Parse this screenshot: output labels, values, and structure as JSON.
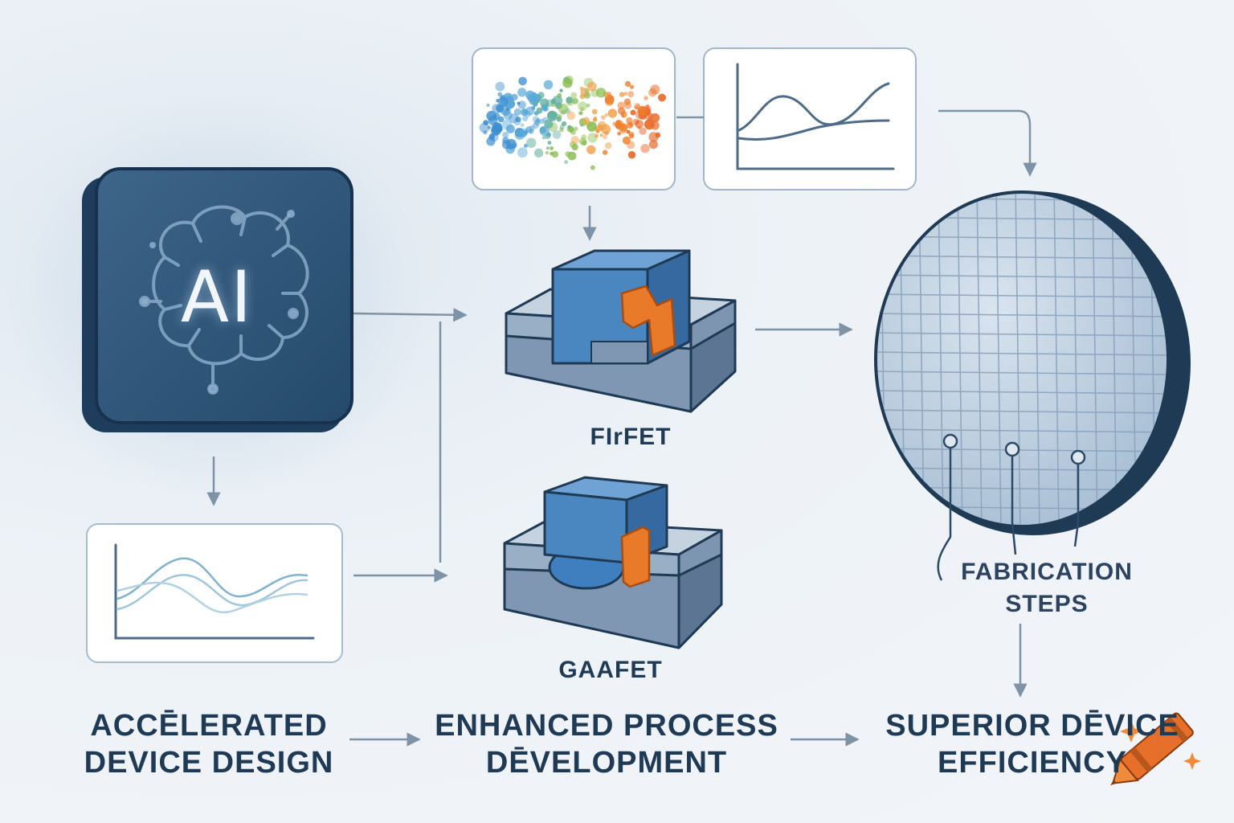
{
  "ai_card": {
    "label": "AI"
  },
  "devices": {
    "finfet": "FIrFET",
    "gaafet": "GAAFET"
  },
  "fabrication": {
    "line1": "FABRICATION",
    "line2": "STEPS"
  },
  "outcomes": {
    "design": {
      "line1": "ACCĒLERATED",
      "line2": "DEVICE DESIGN"
    },
    "process": {
      "line1": "ENHANCED PROCESS",
      "line2": "DĒVELOPMENT"
    },
    "efficiency": {
      "line1": "SUPERIOR DĒVICE",
      "line2": "EFFICIENCY"
    }
  },
  "colors": {
    "navy": "#1f3a55",
    "card_blue": "#2f5577",
    "block_blue": "#4a86c0",
    "slab_grey": "#7e97b2",
    "accent_orange": "#e97a2a",
    "arrow": "#7f93a6"
  }
}
